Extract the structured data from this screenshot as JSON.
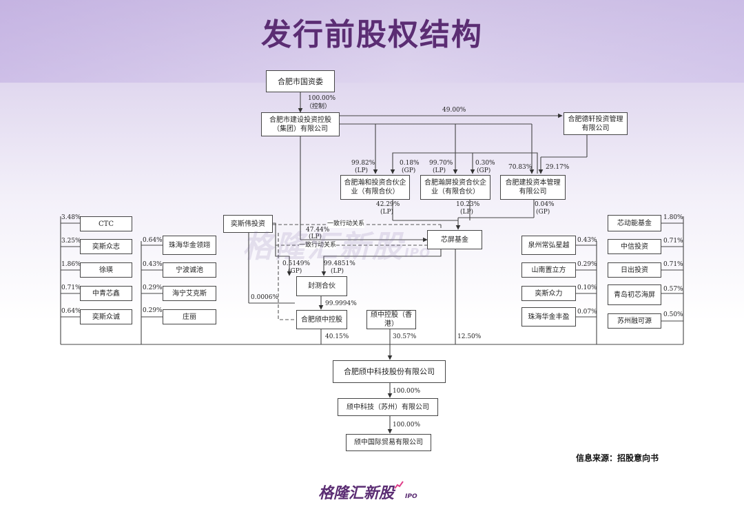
{
  "title": "发行前股权结构",
  "source_note": "信息来源：招股意向书",
  "logo": {
    "text": "格隆汇新股",
    "tag": "IPO"
  },
  "watermark": {
    "text": "格隆汇新股",
    "tag": "IPO"
  },
  "entities": {
    "hefei_gzw": "合肥市国资委",
    "hefei_jt": "合肥市建设投资控股（集团）有限公司",
    "hefei_dexuan": "合肥德轩投资管理有限公司",
    "hanhe": "合肥瀚和投资合伙企业（有限合伙）",
    "hanyuan": "合肥瀚屏投资合伙企业（有限合伙）",
    "jiantou_capital": "合肥建投资本管理有限公司",
    "xinping_fund": "芯屏基金",
    "qiyuan_invest": "奕斯伟投资",
    "fengce": "封测合伙",
    "hefei_songzhong_kg": "合肥颀中控股",
    "songzhong_hk": "颀中控股（香港）",
    "company": "合肥颀中科技股份有限公司",
    "sub1": "颀中科技（苏州）有限公司",
    "sub2": "颀中国际贸易有限公司",
    "left1": [
      "CTC",
      "奕斯众志",
      "徐瑛",
      "中青芯鑫",
      "奕斯众诚"
    ],
    "left2": [
      "珠海华金领翊",
      "宁波诚池",
      "海宁艾克斯",
      "庄丽"
    ],
    "right1": [
      "泉州常弘星越",
      "山南置立方",
      "奕斯众力",
      "珠海华金丰盈"
    ],
    "right2": [
      "芯动能基金",
      "中信投资",
      "日出投资",
      "青岛初芯海屏",
      "苏州融可源"
    ]
  },
  "percentages": {
    "gzw_to_jt": "100.00%",
    "gzw_to_jt_note": "（控制）",
    "jt_to_dexuan": "49.00%",
    "jt_to_hanhe": "99.82%",
    "jt_to_hanhe_role": "(LP)",
    "cap_to_hanhe": "0.18%",
    "cap_to_hanhe_role": "(GP)",
    "jt_to_hanyuan": "99.70%",
    "jt_to_hanyuan_role": "(LP)",
    "cap_to_hanyuan": "0.30%",
    "cap_to_hanyuan_role": "(GP)",
    "jt_to_cap": "70.83%",
    "dexuan_to_cap": "29.17%",
    "hanhe_to_fund": "42.29%",
    "hanhe_to_fund_role": "(LP)",
    "hanyuan_to_fund": "10.23%",
    "hanyuan_to_fund_role": "(LP)",
    "cap_to_fund": "0.04%",
    "cap_to_fund_role": "(GP)",
    "jt_to_fund": "47.44%",
    "jt_to_fund_role": "(LP)",
    "concert1": "一致行动关系",
    "concert2": "一致行动关系",
    "qiyuan_to_fengce": "0.5149%",
    "qiyuan_to_fengce_role": "(GP)",
    "fund_to_fengce": "99.4851%",
    "fund_to_fengce_role": "(LP)",
    "qiyuan_to_kg": "0.0006%",
    "fengce_to_kg": "99.9994%",
    "kg_to_company": "40.15%",
    "hk_to_company": "30.57%",
    "fund_to_company": "12.50%",
    "company_to_sub1": "100.00%",
    "sub1_to_sub2": "100.00%",
    "left1": [
      "3.48%",
      "3.25%",
      "1.86%",
      "0.71%",
      "0.64%"
    ],
    "left2": [
      "0.64%",
      "0.43%",
      "0.29%",
      "0.29%"
    ],
    "right1": [
      "0.43%",
      "0.29%",
      "0.10%",
      "0.07%"
    ],
    "right2": [
      "1.80%",
      "0.71%",
      "0.71%",
      "0.57%",
      "0.50%"
    ]
  }
}
